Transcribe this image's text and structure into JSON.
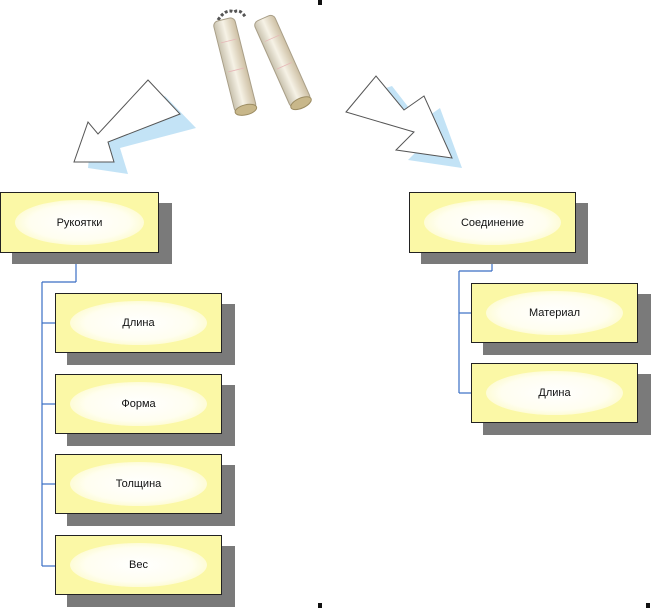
{
  "diagram": {
    "illustration": "nunchaku",
    "colors": {
      "node_fill": "#fbf8a6",
      "connector": "#3a6ec4",
      "arrow_fill": "#ffffff",
      "arrow_shadow": "#b8def5"
    },
    "groups": [
      {
        "root": {
          "label": "Рукоятки"
        },
        "children": [
          {
            "label": "Длина"
          },
          {
            "label": "Форма"
          },
          {
            "label": "Толщина"
          },
          {
            "label": "Вес"
          }
        ]
      },
      {
        "root": {
          "label": "Соединение"
        },
        "children": [
          {
            "label": "Материал"
          },
          {
            "label": "Длина"
          }
        ]
      }
    ]
  }
}
